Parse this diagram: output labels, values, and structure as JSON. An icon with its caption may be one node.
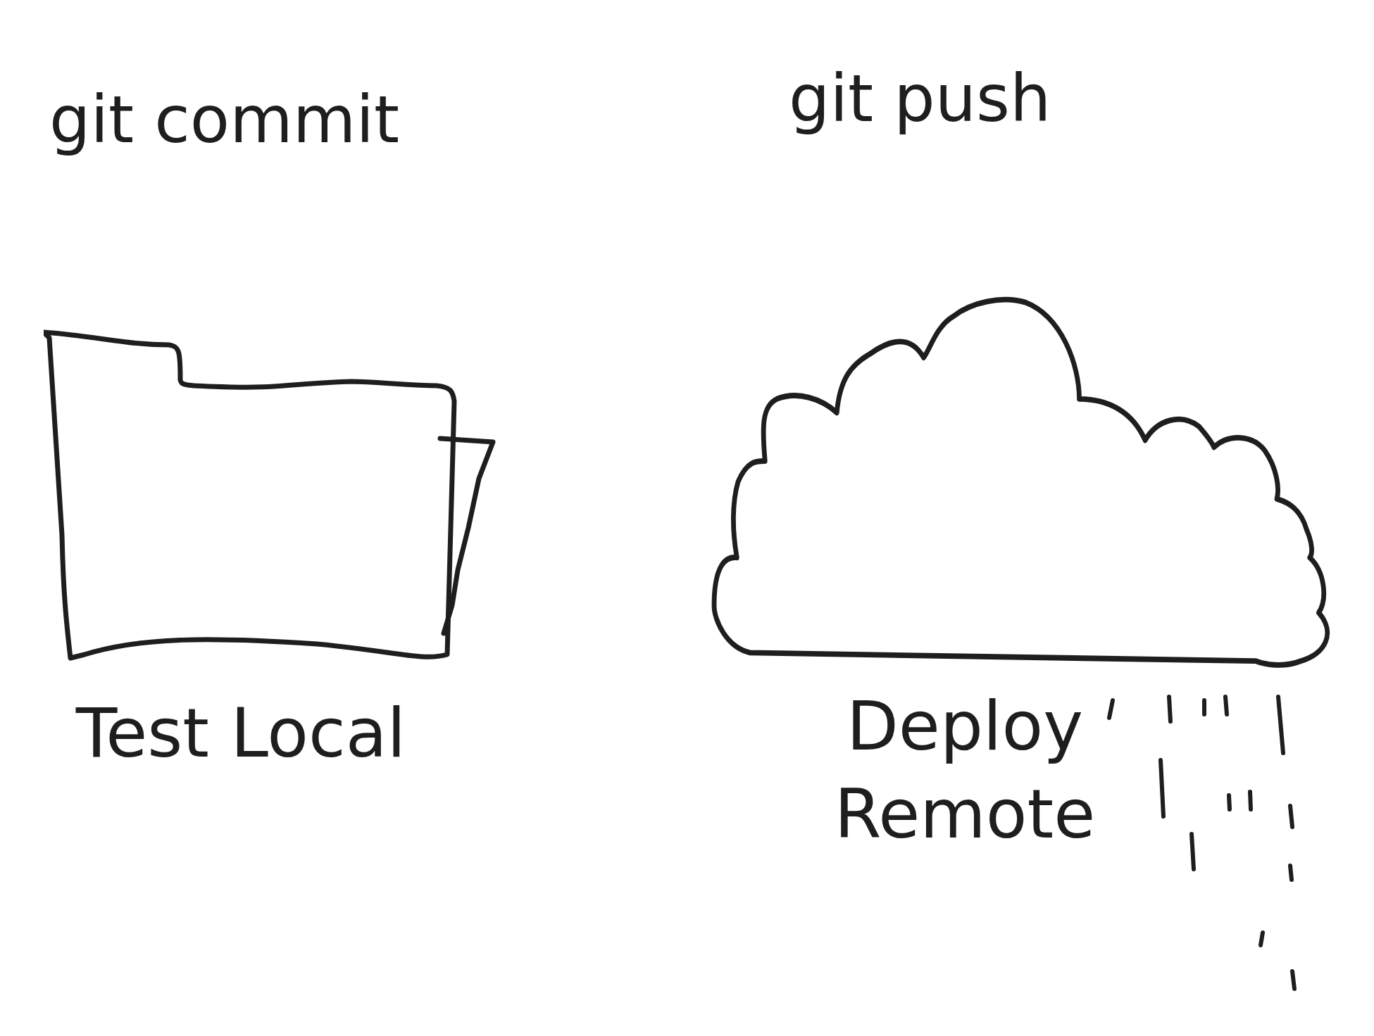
{
  "diagram": {
    "nodes": [
      {
        "text": [
          "Test Local"
        ]
      },
      {
        "text": [
          "Deploy Remote"
        ]
      }
    ],
    "edges": [],
    "labels": [
      "git commit",
      "git push"
    ]
  }
}
